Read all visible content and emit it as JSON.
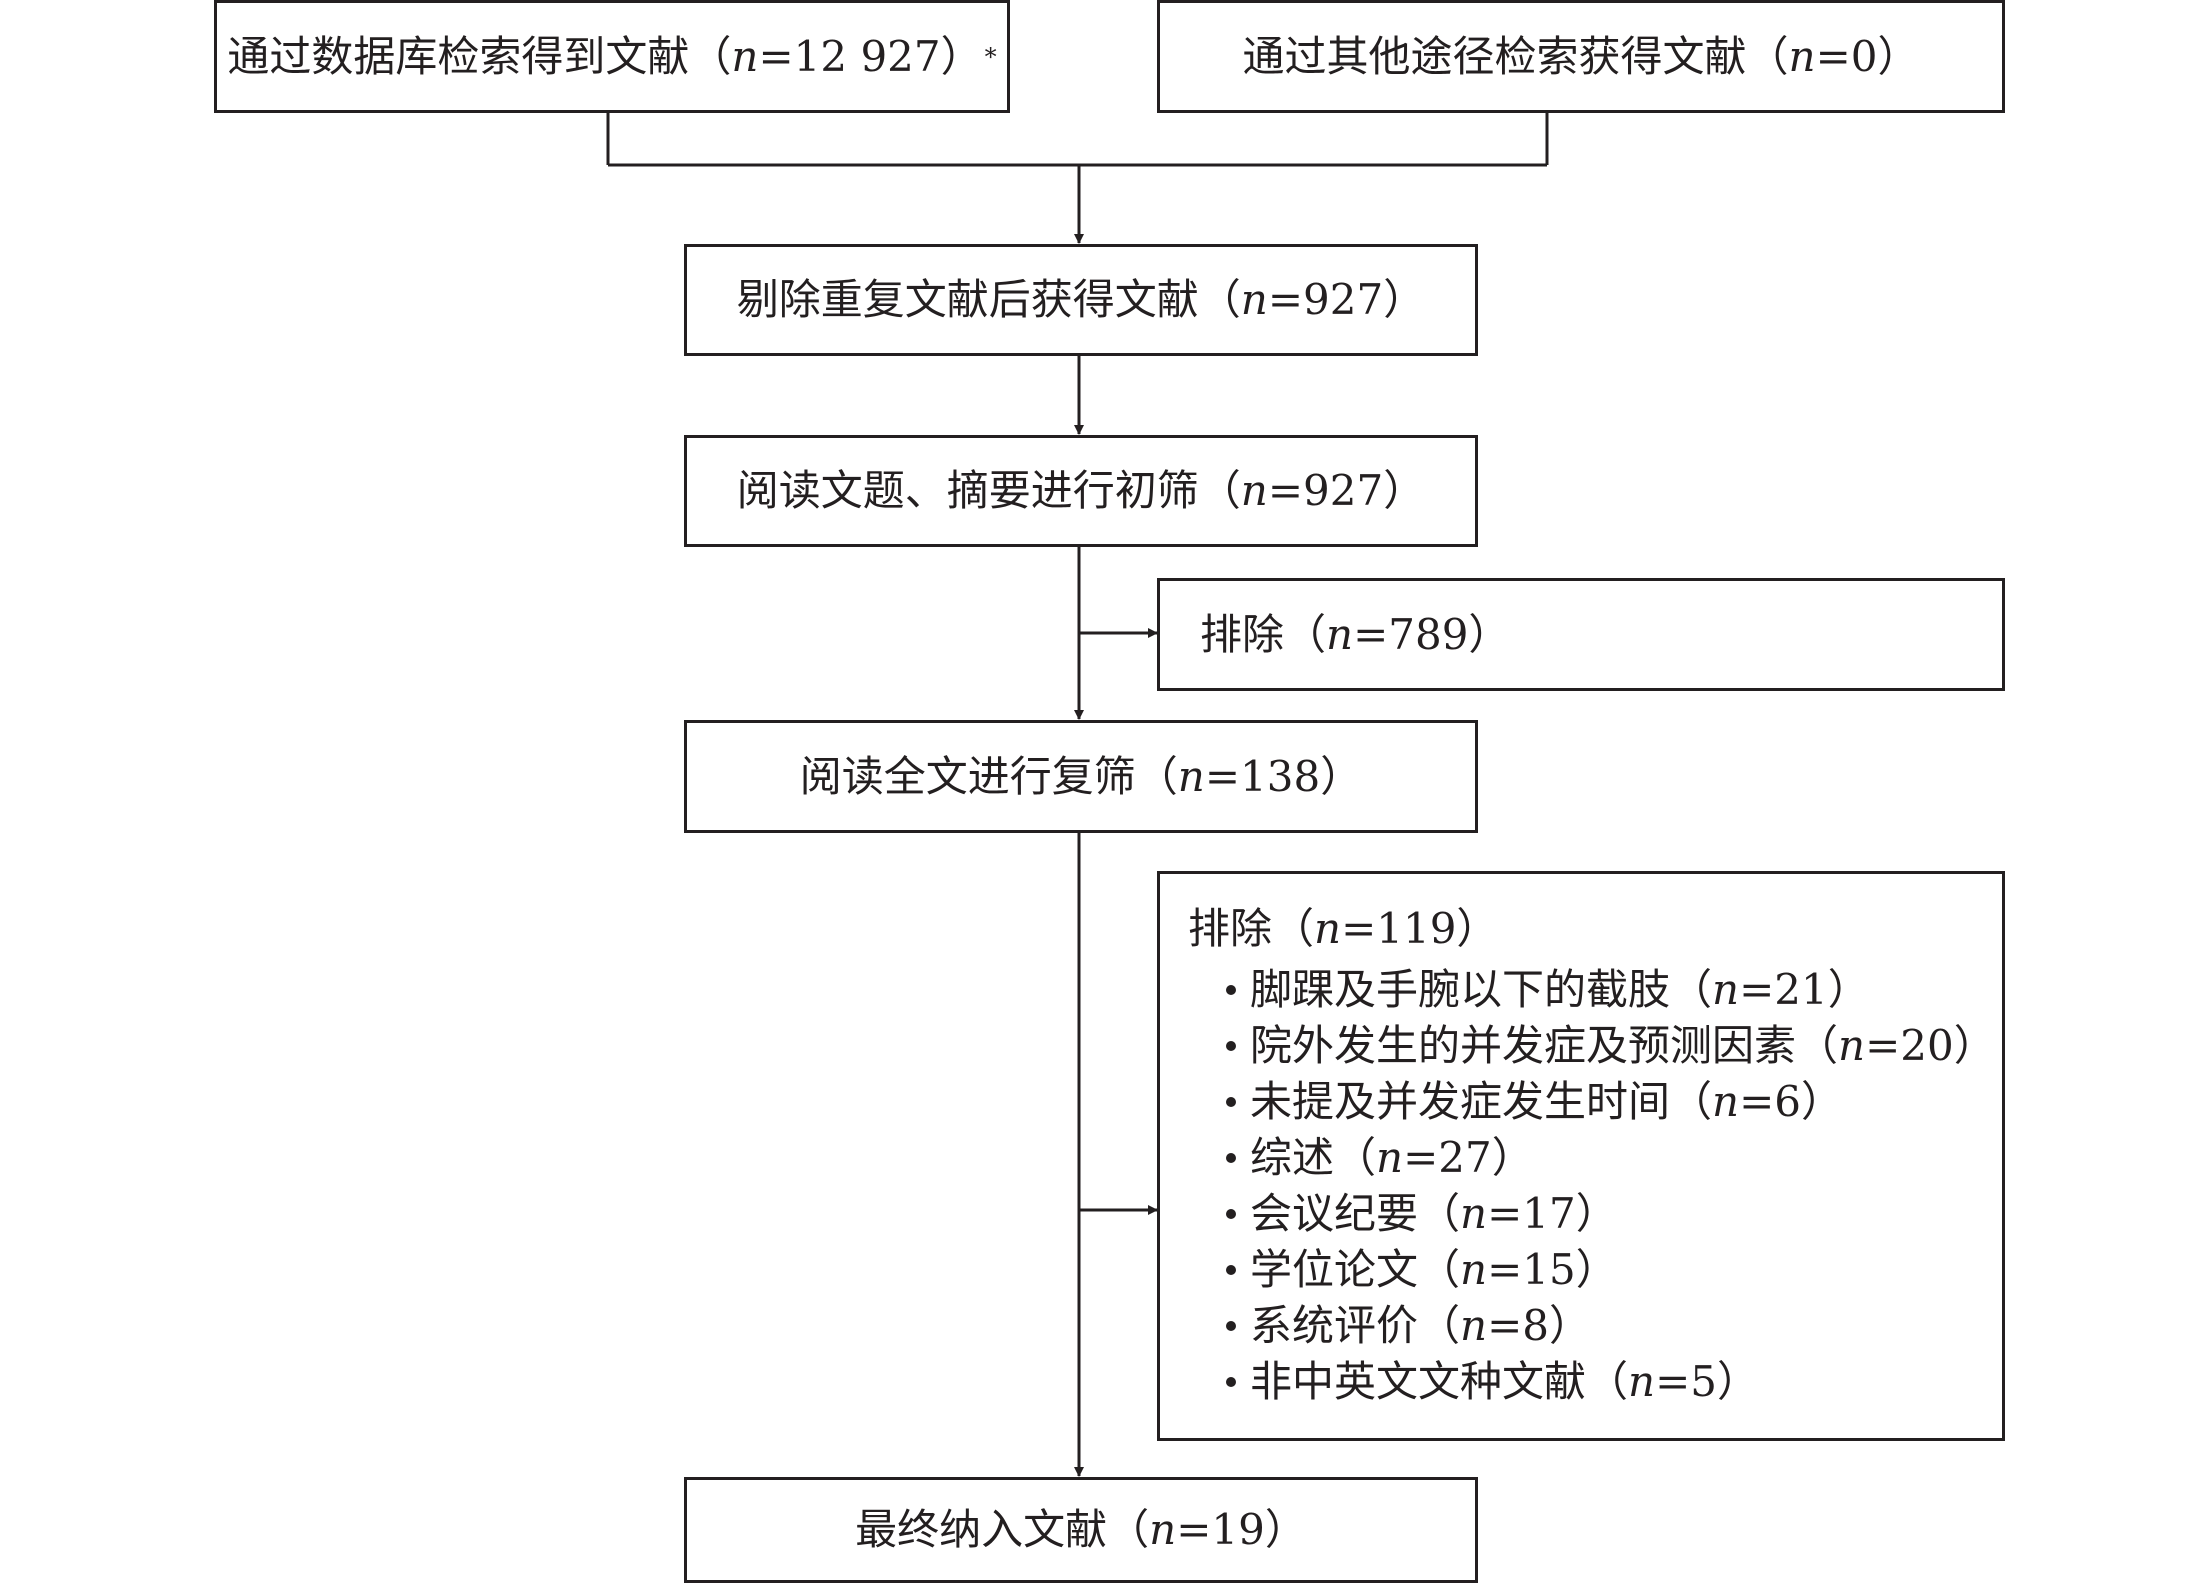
{
  "boxes": {
    "database_search": {
      "text": "通过数据库检索得到文献（",
      "n_symbol": "n",
      "n_value": "=12 927）",
      "footnote_mark": "*"
    },
    "other_sources": {
      "text": "通过其他途径检索获得文献（",
      "n_symbol": "n",
      "n_value": "=0）"
    },
    "after_dedup": {
      "text": "剔除重复文献后获得文献（",
      "n_symbol": "n",
      "n_value": "=927）"
    },
    "title_abstract_screen": {
      "text": "阅读文题、摘要进行初筛（",
      "n_symbol": "n",
      "n_value": "=927）"
    },
    "excluded_first": {
      "text": "排除（",
      "n_symbol": "n",
      "n_value": "=789）"
    },
    "fulltext_screen": {
      "text": "阅读全文进行复筛（",
      "n_symbol": "n",
      "n_value": "=138）"
    },
    "excluded_second": {
      "text": "排除（",
      "n_symbol": "n",
      "n_value": "=119）",
      "reasons": [
        {
          "text": "脚踝及手腕以下的截肢（",
          "n_symbol": "n",
          "n_value": "=21）"
        },
        {
          "text": "院外发生的并发症及预测因素（",
          "n_symbol": "n",
          "n_value": "=20）"
        },
        {
          "text": "未提及并发症发生时间（",
          "n_symbol": "n",
          "n_value": "=6）"
        },
        {
          "text": "综述（",
          "n_symbol": "n",
          "n_value": "=27）"
        },
        {
          "text": "会议纪要（",
          "n_symbol": "n",
          "n_value": "=17）"
        },
        {
          "text": "学位论文（",
          "n_symbol": "n",
          "n_value": "=15）"
        },
        {
          "text": "系统评价（",
          "n_symbol": "n",
          "n_value": "=8）"
        },
        {
          "text": "非中英文文种文献（",
          "n_symbol": "n",
          "n_value": "=5）"
        }
      ]
    },
    "final_included": {
      "text": "最终纳入文献（",
      "n_symbol": "n",
      "n_value": "=19）"
    }
  },
  "colors": {
    "stroke": "#231f20",
    "background": "#ffffff"
  }
}
